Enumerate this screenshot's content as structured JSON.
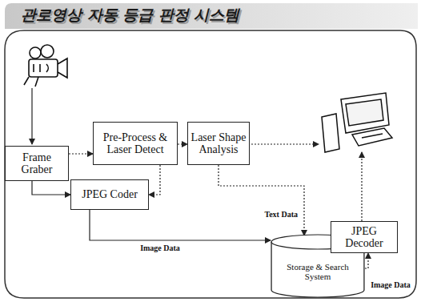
{
  "diagram": {
    "title": "관로영상 자동 등급 판정 시스템",
    "nodes": [
      {
        "text": [
          "Frame Graber"
        ]
      },
      {
        "text": [
          "Pre-Process & Laser Detect"
        ]
      },
      {
        "text": [
          "Laser Shape Analysis"
        ]
      },
      {
        "text": [
          "JPEG Coder"
        ]
      },
      {
        "text": [
          "Storage & Search System"
        ]
      },
      {
        "text": [
          "JPEG Decoder"
        ]
      }
    ],
    "edges": [
      {
        "from": 0,
        "to": 1,
        "arrow": "to"
      },
      {
        "from": 1,
        "to": 2,
        "arrow": "to"
      },
      {
        "from": 0,
        "to": 3,
        "arrow": "to"
      },
      {
        "from": 1,
        "to": 3,
        "arrow": "to"
      },
      {
        "from": 3,
        "to": 4,
        "label": "Image Data",
        "arrow": "to"
      },
      {
        "from": 2,
        "to": 4,
        "label": "Text Data",
        "arrow": "to"
      },
      {
        "from": 4,
        "to": 5,
        "label": "Image Data",
        "arrow": "to"
      }
    ]
  }
}
